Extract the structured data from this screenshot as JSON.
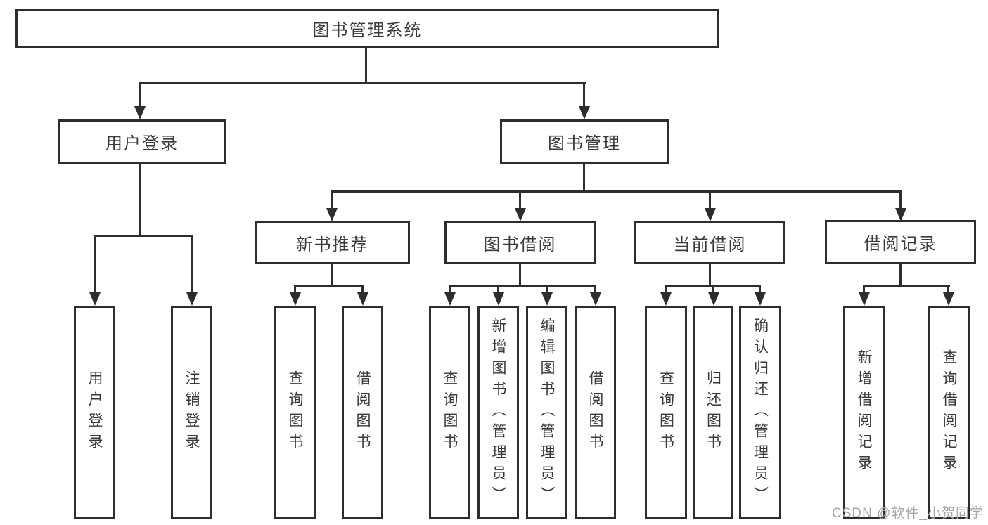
{
  "diagram_title": "图书管理系统",
  "nodes": {
    "root": "图书管理系统",
    "user_login": "用户登录",
    "book_management": "图书管理",
    "new_book_recommend": "新书推荐",
    "book_borrowing": "图书借阅",
    "current_borrowing": "当前借阅",
    "borrow_records": "借阅记录",
    "leaf_user_login": "用户登录",
    "leaf_logout": "注销登录",
    "nb_query_books": "查询图书",
    "nb_borrow_books": "借阅图书",
    "bb_query_books": "查询图书",
    "bb_add_books": "新增图书（管理员）",
    "bb_edit_books": "编辑图书（管理员）",
    "bb_borrow_books": "借阅图书",
    "cb_query_books": "查询图书",
    "cb_return_books": "归还图书",
    "cb_confirm_return": "确认归还（管理员）",
    "br_add_record": "新增借阅记录",
    "br_query_record": "查询借阅记录"
  },
  "watermark": "CSDN @软件_小贺同学",
  "colors": {
    "line": "#2d2d2d",
    "text": "#3a3a3a",
    "background": "#ffffff",
    "watermark": "#a6a6a6"
  }
}
